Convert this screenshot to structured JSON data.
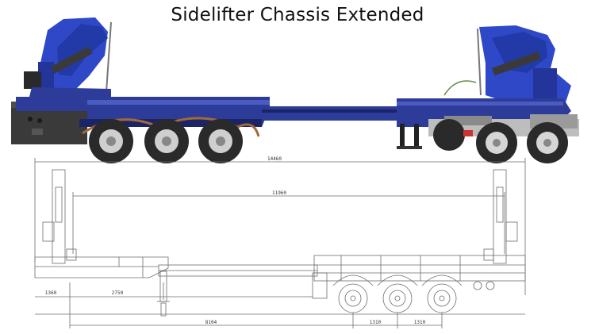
{
  "title": "Sidelifter Chassis Extended",
  "colors": {
    "frame": "#2c3c98",
    "frame_dark": "#1b2566",
    "frame_light": "#4a5cc2",
    "crane": "#2f48c8",
    "tire": "#2a2a2a",
    "rim": "#cfcfcf",
    "drawing_line": "#6d6d6d"
  },
  "drawing": {
    "dimensions": {
      "overall_length": "14460",
      "deck_length": "11960",
      "front_overhang": "1360",
      "kingpin_to_leg": "2750",
      "kingpin_to_axle": "8104",
      "axle_spacing_1": "1310",
      "axle_spacing_2": "1310"
    }
  }
}
